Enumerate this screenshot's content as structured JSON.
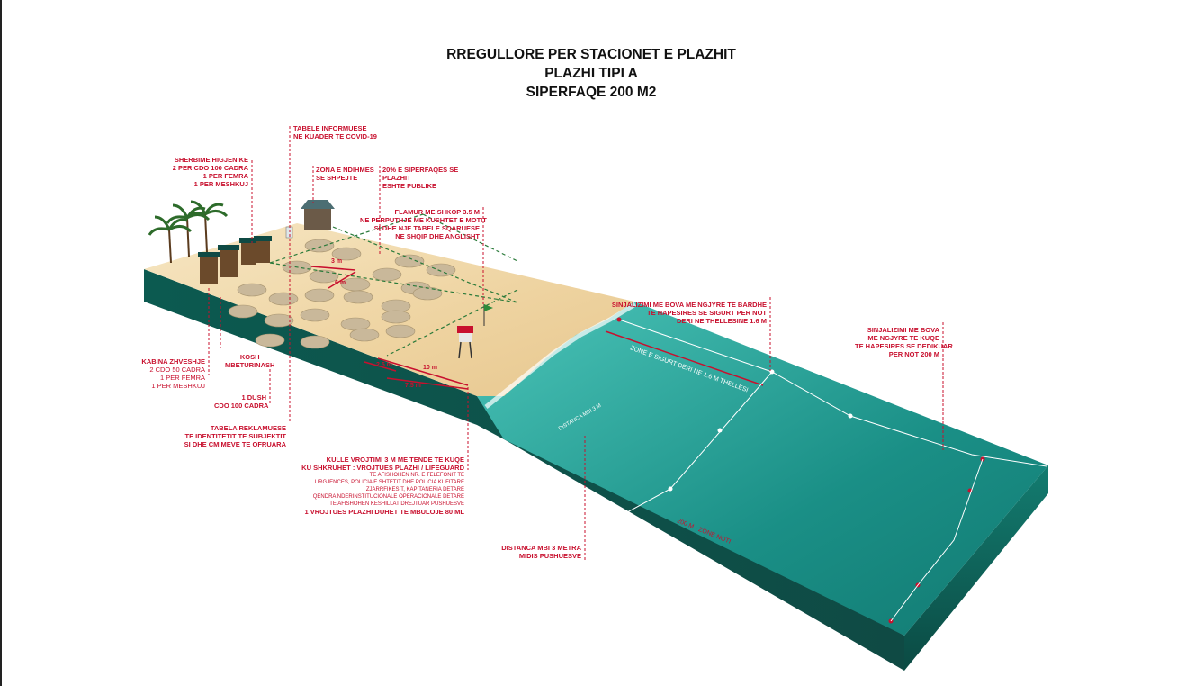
{
  "title": {
    "line1": "RREGULLORE PER STACIONET E PLAZHIT",
    "line2": "PLAZHI TIPI A",
    "line3": "SIPERFAQE 200 M2"
  },
  "labels": {
    "tabele_info": [
      "TABELE INFORMUESE",
      "NE KUADER TE COVID-19"
    ],
    "sherbime": [
      "SHERBIME HIGJENIKE",
      "2 PER CDO 100 CADRA",
      "1 PER FEMRA",
      "1 PER MESHKUJ"
    ],
    "zona_ndihmes": [
      "ZONA E NDIHMES",
      "SE SHPEJTE"
    ],
    "siperfaqe_publike": [
      "20% E SIPERFAQES SE",
      "PLAZHIT",
      "ESHTE PUBLIKE"
    ],
    "flamur": [
      "FLAMUR ME SHKOP 3.5 M",
      "NE PERPUTHJE ME KUSHTET E MOTIT",
      "SI DHE NJE TABELE SQARUESE",
      "NE SHQIP DHE ANGLISHT"
    ],
    "sinjalizimi_bardhe": [
      "SINJALIZIMI ME BOVA ME NGJYRE TE BARDHE",
      "TE HAPESIRES SE SIGURT PER NOT",
      "DERI NE THELLESINE 1.6 M"
    ],
    "sinjalizimi_kuqe": [
      "SINJALIZIMI ME BOVA",
      "ME NGJYRE TE KUQE",
      "TE HAPESIRES SE DEDIKUAR",
      "PER NOT 200 M"
    ],
    "kabina": [
      "KABINA ZHVESHJE",
      "2 CDO 50 CADRA",
      "1 PER FEMRA",
      "1 PER MESHKUJ"
    ],
    "kosh": [
      "KOSH",
      "MBETURINASH"
    ],
    "dush": [
      "1 DUSH",
      "CDO 100 CADRA"
    ],
    "tabela_reklam": [
      "TABELA REKLAMUESE",
      "TE IDENTITETIT TE SUBJEKTIT",
      "SI DHE CMIMEVE TE OFRUARA"
    ],
    "kulle": {
      "bold1": [
        "KULLE VROJTIMI 3 M ME TENDE TE KUQE",
        "KU SHKRUHET : VROJTUES PLAZHI / LIFEGUARD"
      ],
      "normal": [
        "TE AFISHOHEN NR. E TELEFONIT TE",
        "URGJENCES, POLICIA E SHTETIT DHE POLICIA KUFITARE",
        "ZJARRFIKESIT, KAPITANERIA DETARE",
        "QENDRA NDERINSTITUCIONALE OPERACIONALE DETARE",
        "TE AFISHOHEN KESHILLAT DREJTUAR PUSHUESVE"
      ],
      "bold2": [
        "1 VROJTUES PLAZHI DUHET TE MBULOJE 80 ML"
      ]
    },
    "distanca": [
      "DISTANCA MBI 3 METRA",
      "MIDIS PUSHUESVE"
    ]
  },
  "measures": {
    "m3": "3 m",
    "m6": "6 m",
    "m25": "2.5 m",
    "m10": "10 m",
    "m75": "7.5 m",
    "zone_sigurt": "ZONE E SIGURT DERI NE 1.6 M THELLESI",
    "distanca_water": "DISTANCA MBI 3 M",
    "m200": "200 M - ZONE NOTI"
  },
  "colors": {
    "red": "#c8102e",
    "sand": "#efd7a5",
    "sea": "#1f9f95",
    "side": "#0f4c45"
  }
}
